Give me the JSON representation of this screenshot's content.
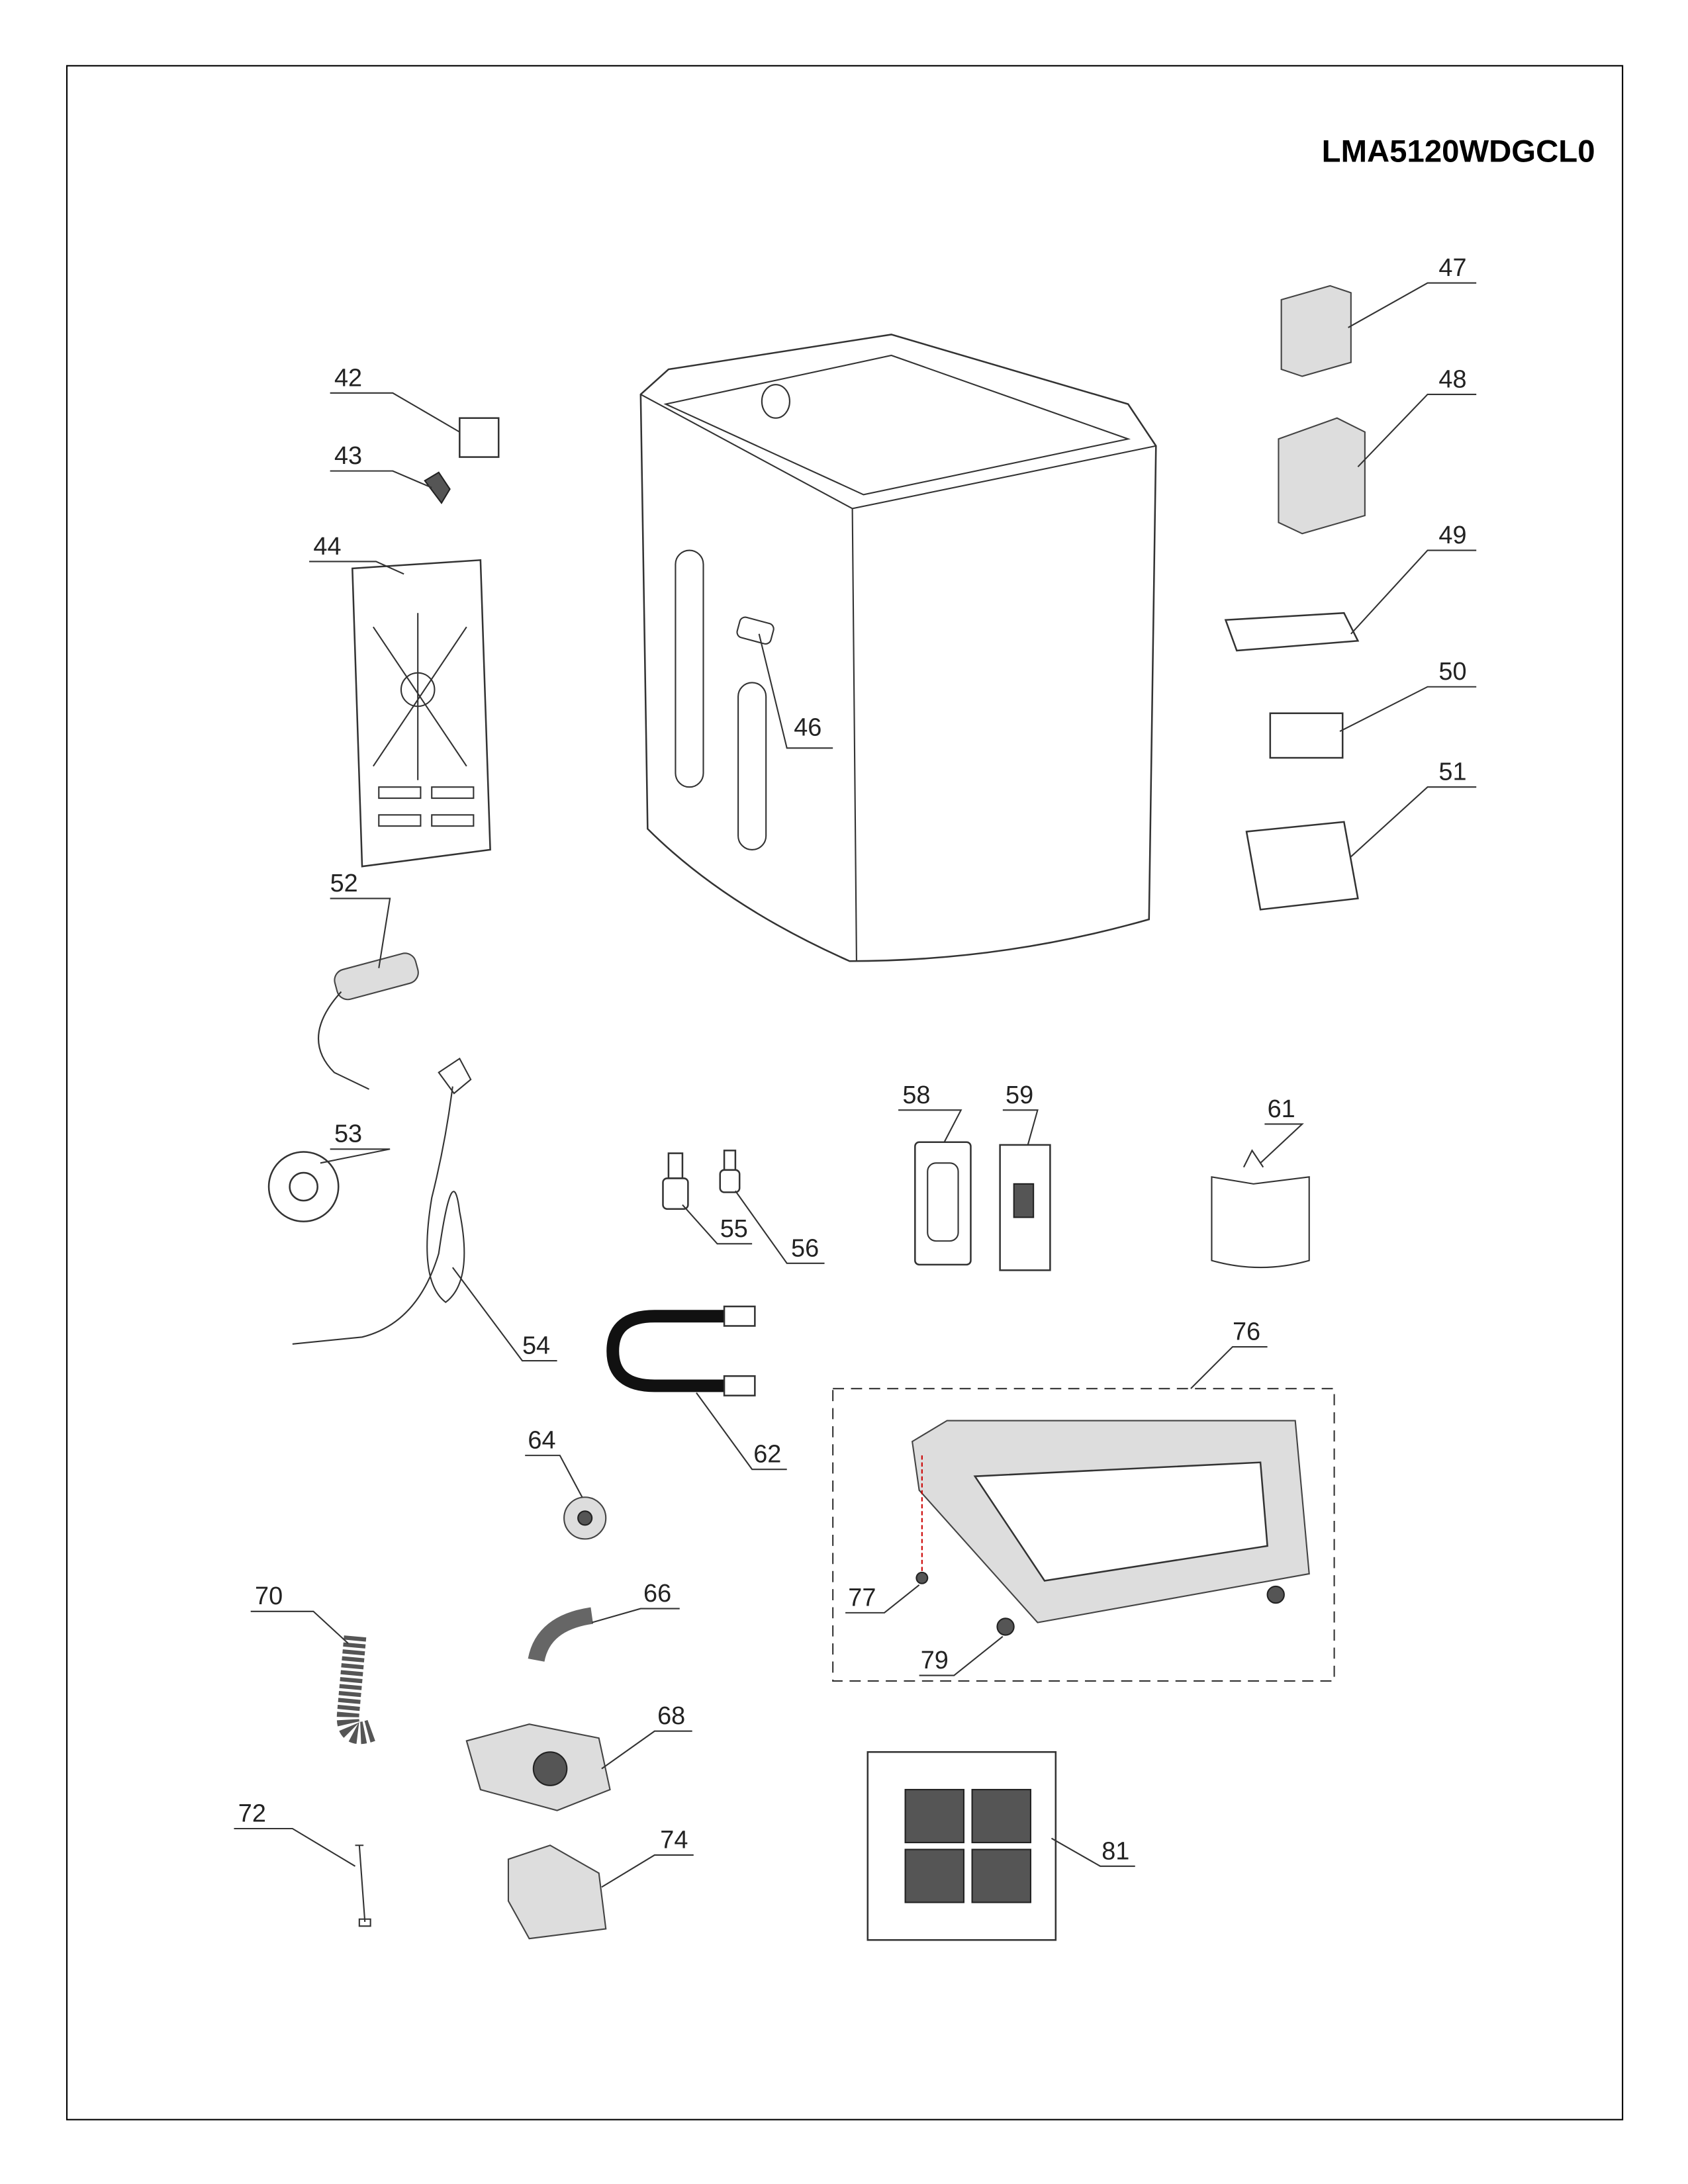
{
  "model": "LMA5120WDGCL0",
  "callouts": {
    "p42": "42",
    "p43": "43",
    "p44": "44",
    "p46": "46",
    "p47": "47",
    "p48": "48",
    "p49": "49",
    "p50": "50",
    "p51": "51",
    "p52": "52",
    "p53": "53",
    "p54": "54",
    "p55": "55",
    "p56": "56",
    "p58": "58",
    "p59": "59",
    "p61": "61",
    "p62": "62",
    "p64": "64",
    "p66": "66",
    "p68": "68",
    "p70": "70",
    "p72": "72",
    "p74": "74",
    "p76": "76",
    "p77": "77",
    "p79": "79",
    "p81": "81"
  }
}
